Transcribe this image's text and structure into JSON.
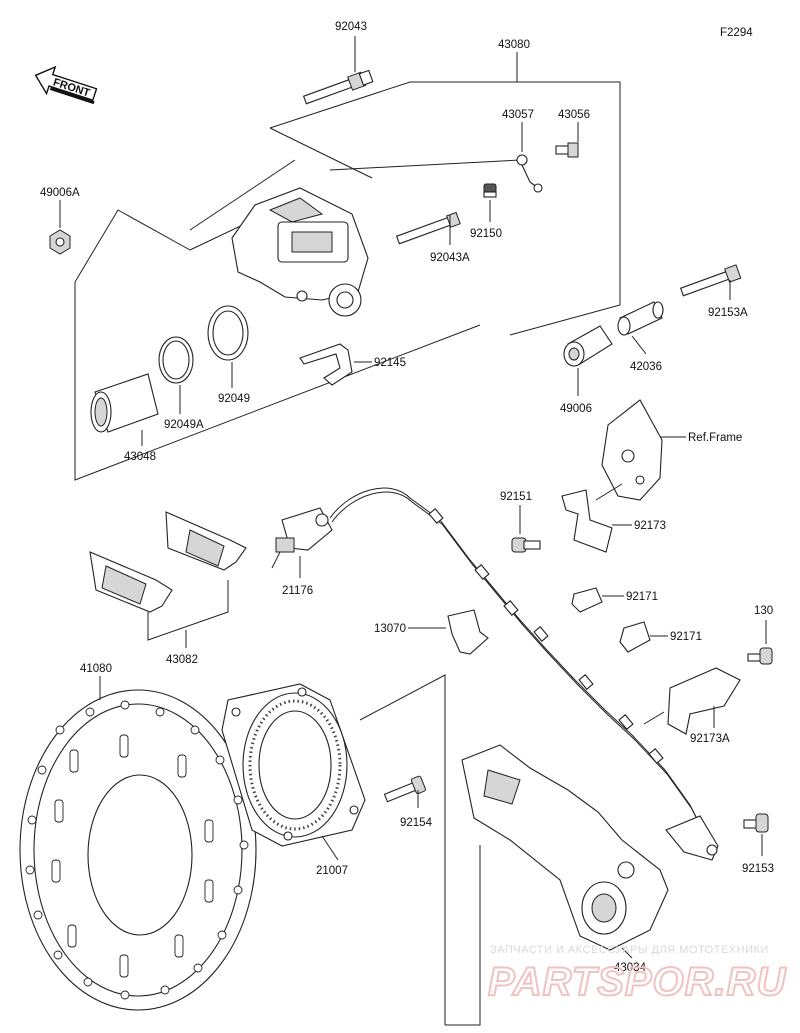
{
  "figure_id": "F2294",
  "front_label": "FRONT",
  "ref_frame_label": "Ref.Frame",
  "parts": {
    "p92043": "92043",
    "p43080": "43080",
    "p43057": "43057",
    "p43056": "43056",
    "p49006A": "49006A",
    "p92150": "92150",
    "p92043A": "92043A",
    "p92153A": "92153A",
    "p42036": "42036",
    "p92145": "92145",
    "p92049": "92049",
    "p92049A": "92049A",
    "p43048": "43048",
    "p49006": "49006",
    "p92151": "92151",
    "p92173": "92173",
    "p21176": "21176",
    "p43082": "43082",
    "p13070": "13070",
    "p92171a": "92171",
    "p92171b": "92171",
    "p130": "130",
    "p92173A": "92173A",
    "p41080": "41080",
    "p92154": "92154",
    "p21007": "21007",
    "p92153": "92153",
    "p43034": "43034"
  },
  "watermark": {
    "line1": "ЗАПЧАСТИ И АКСЕССУАРЫ ДЛЯ МОТОТЕХНИКИ",
    "line2": "PARTSPOR.RU"
  }
}
